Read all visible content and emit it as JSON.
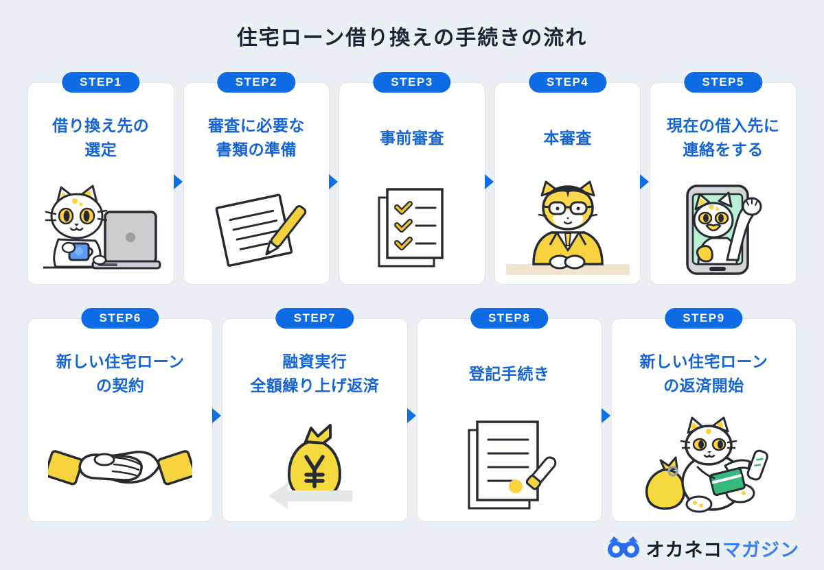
{
  "page": {
    "title": "住宅ローン借り換えの手続きの流れ"
  },
  "steps": [
    {
      "badge": "STEP1",
      "lines": [
        "借り換え先の",
        "選定"
      ],
      "icon": "cat-laptop-icon"
    },
    {
      "badge": "STEP2",
      "lines": [
        "審査に必要な",
        "書類の準備"
      ],
      "icon": "document-pencil-icon"
    },
    {
      "badge": "STEP3",
      "lines": [
        "事前審査"
      ],
      "icon": "checklist-icon"
    },
    {
      "badge": "STEP4",
      "lines": [
        "本審査"
      ],
      "icon": "banker-cat-icon"
    },
    {
      "badge": "STEP5",
      "lines": [
        "現在の借入先に",
        "連絡をする"
      ],
      "icon": "phone-cat-icon"
    },
    {
      "badge": "STEP6",
      "lines": [
        "新しい住宅ローン",
        "の契約"
      ],
      "icon": "handshake-icon"
    },
    {
      "badge": "STEP7",
      "lines": [
        "融資実行",
        "全額繰り上げ返済"
      ],
      "icon": "money-bag-arrow-icon"
    },
    {
      "badge": "STEP8",
      "lines": [
        "登記手続き"
      ],
      "icon": "contract-stamp-icon"
    },
    {
      "badge": "STEP9",
      "lines": [
        "新しい住宅ローン",
        "の返済開始"
      ],
      "icon": "cat-payment-icon"
    }
  ],
  "logo": {
    "brand": "オカネコ",
    "suffix": "マガジン",
    "icon": "okaneko-cat-logo-icon"
  },
  "colors": {
    "background": "#eaf0f6",
    "card": "#ffffff",
    "accent_blue": "#0d6ce5",
    "step_text_blue": "#1464d8",
    "title_navy": "#1a2433",
    "highlight_yellow": "#f6d83f",
    "mint_green": "#b9efd2",
    "card_green": "#35b97e"
  }
}
